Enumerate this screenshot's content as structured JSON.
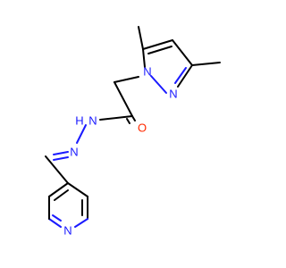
{
  "colors": {
    "carbon_bond": "#000000",
    "nitrogen": "#1a1aff",
    "oxygen": "#ff2a00",
    "background": "#ffffff"
  },
  "atoms": {
    "pyrazole_n1": {
      "text": "N",
      "element": "N"
    },
    "pyrazole_n2": {
      "text": "N",
      "element": "N"
    },
    "amide_oxygen": {
      "text": "O",
      "element": "O"
    },
    "amide_nh": {
      "text": "N",
      "element": "N"
    },
    "amide_h": {
      "text": "H",
      "element": "N"
    },
    "imine_n": {
      "text": "N",
      "element": "N"
    },
    "pyridine_n": {
      "text": "N",
      "element": "N"
    }
  }
}
